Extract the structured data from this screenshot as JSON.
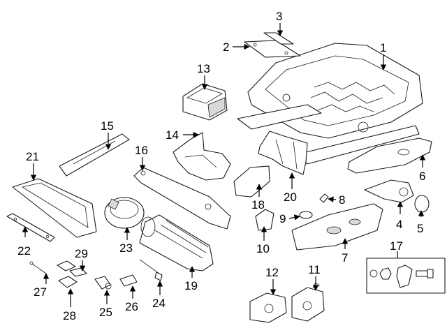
{
  "callouts": {
    "c1": "1",
    "c2": "2",
    "c3": "3",
    "c4": "4",
    "c5": "5",
    "c6": "6",
    "c7": "7",
    "c8": "8",
    "c9": "9",
    "c10": "10",
    "c11": "11",
    "c12": "12",
    "c13": "13",
    "c14": "14",
    "c15": "15",
    "c16": "16",
    "c17": "17",
    "c18": "18",
    "c19": "19",
    "c20": "20",
    "c21": "21",
    "c22": "22",
    "c23": "23",
    "c24": "24",
    "c25": "25",
    "c26": "26",
    "c27": "27",
    "c28": "28",
    "c29": "29"
  },
  "colors": {
    "line": "#1a1a1a",
    "background": "#ffffff",
    "shade": "#d9d9d9"
  }
}
